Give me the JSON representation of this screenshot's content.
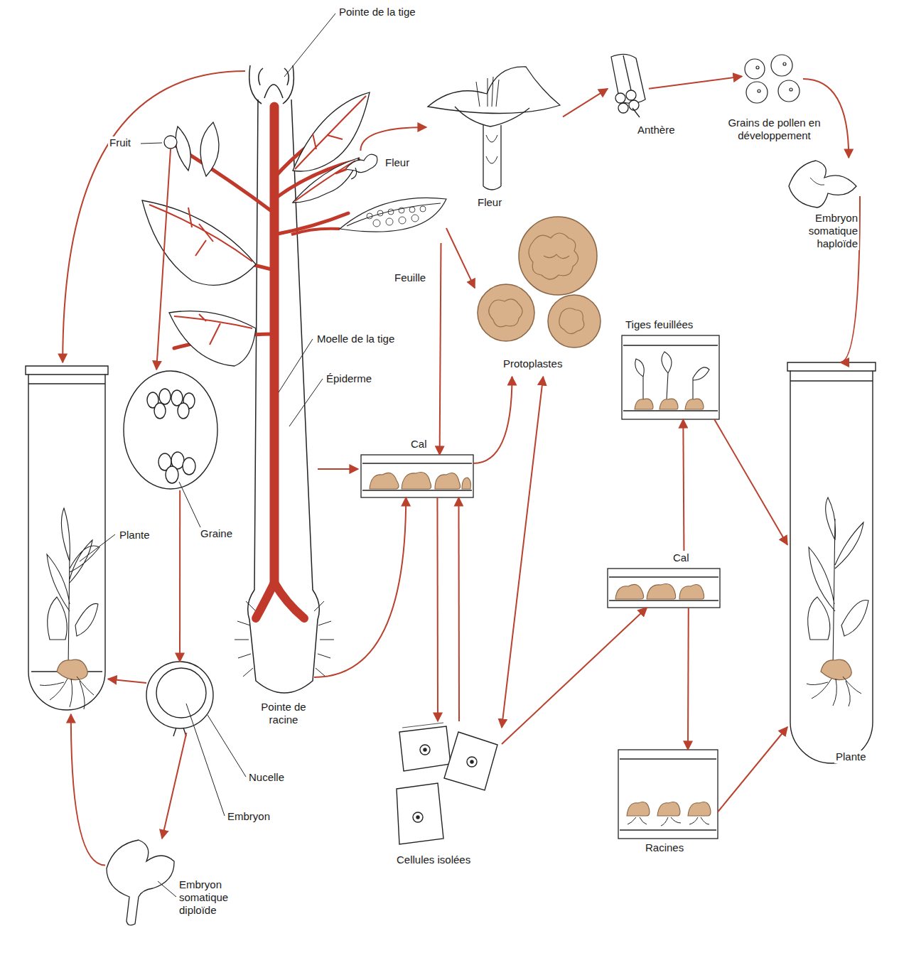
{
  "diagram": {
    "nodes": [
      {
        "text": [
          "Pointe de la tige"
        ]
      },
      {
        "text": [
          "Fleur"
        ]
      },
      {
        "text": [
          "Fruit"
        ]
      },
      {
        "text": [
          "Fleur"
        ]
      },
      {
        "text": [
          "Anthère"
        ]
      },
      {
        "text": [
          "Grains de pollen en développement"
        ]
      },
      {
        "text": [
          "Embryon somatique haploïde"
        ]
      },
      {
        "text": [
          "Feuille"
        ]
      },
      {
        "text": [
          "Protoplastes"
        ]
      },
      {
        "text": [
          "Tiges feuillées"
        ]
      },
      {
        "text": [
          "Plante"
        ]
      },
      {
        "text": [
          "Graine"
        ]
      },
      {
        "text": [
          "Cal"
        ]
      },
      {
        "text": [
          "Cal"
        ]
      },
      {
        "text": [
          "Plante"
        ]
      },
      {
        "text": [
          "Nucelle",
          "Embryon"
        ]
      },
      {
        "text": [
          "Pointe de racine"
        ]
      },
      {
        "text": [
          "Cellules isolées"
        ]
      },
      {
        "text": [
          "Racines"
        ]
      },
      {
        "text": [
          "Embryon somatique diploïde"
        ]
      }
    ],
    "edges": [
      {
        "from": 0,
        "to": 10,
        "arrow": "to"
      },
      {
        "from": 1,
        "to": 3,
        "arrow": "to"
      },
      {
        "from": 2,
        "to": 11,
        "arrow": "to"
      },
      {
        "from": 3,
        "to": 4,
        "arrow": "to"
      },
      {
        "from": 4,
        "to": 5,
        "arrow": "to"
      },
      {
        "from": 5,
        "to": 6,
        "arrow": "to"
      },
      {
        "from": 6,
        "to": 14,
        "arrow": "to"
      },
      {
        "from": 7,
        "to": 8,
        "arrow": "to"
      },
      {
        "from": 7,
        "to": 12,
        "arrow": "to"
      },
      {
        "from": 16,
        "to": 12,
        "arrow": "to"
      },
      {
        "from": 12,
        "to": 8,
        "arrow": "to"
      },
      {
        "from": 12,
        "to": 17,
        "arrow": "to"
      },
      {
        "from": 17,
        "to": 12,
        "arrow": "to"
      },
      {
        "from": 8,
        "to": 17,
        "arrow": "both"
      },
      {
        "from": 17,
        "to": 13,
        "arrow": "to"
      },
      {
        "from": 13,
        "to": 9,
        "arrow": "to"
      },
      {
        "from": 13,
        "to": 18,
        "arrow": "to"
      },
      {
        "from": 9,
        "to": 14,
        "arrow": "to"
      },
      {
        "from": 18,
        "to": 14,
        "arrow": "to"
      },
      {
        "from": 11,
        "to": 15,
        "arrow": "to"
      },
      {
        "from": 15,
        "to": 10,
        "arrow": "to"
      },
      {
        "from": 15,
        "to": 19,
        "arrow": "to"
      },
      {
        "from": 19,
        "to": 10,
        "arrow": "to"
      }
    ],
    "labels": [
      "Moelle de la tige",
      "Épiderme"
    ]
  }
}
